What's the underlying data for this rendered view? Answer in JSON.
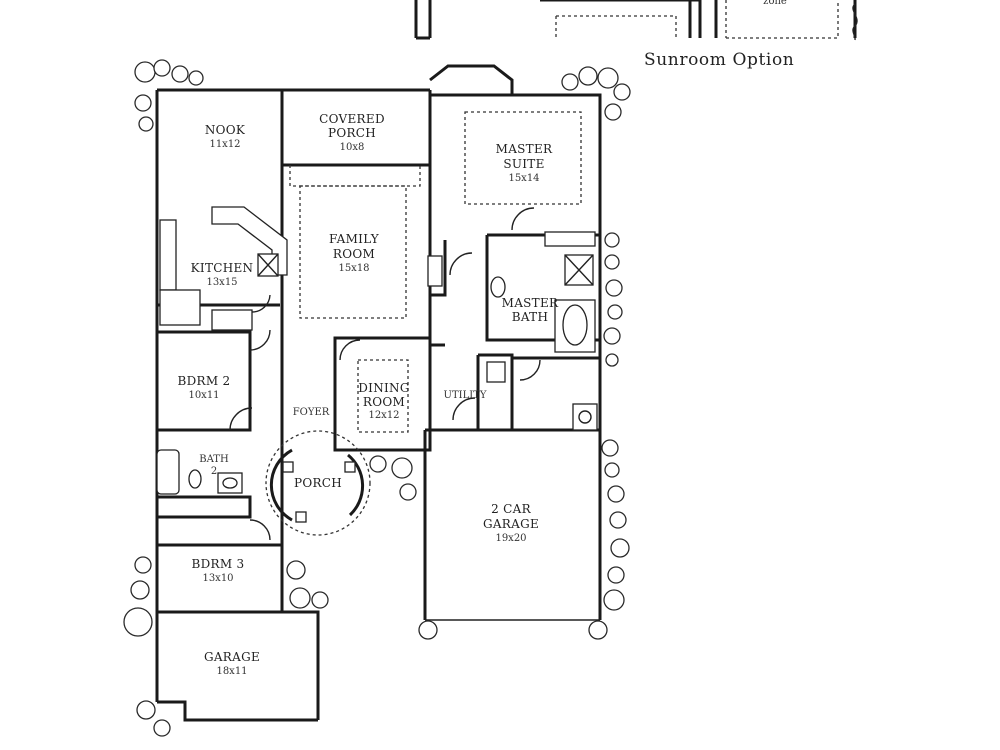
{
  "option_label": "Sunroom Option",
  "option_partial_text": "zone",
  "rooms": {
    "nook": {
      "name": "NOOK",
      "dims": "11x12"
    },
    "covered_porch": {
      "name_line1": "COVERED",
      "name_line2": "PORCH",
      "dims": "10x8"
    },
    "master_suite": {
      "name_line1": "MASTER",
      "name_line2": "SUITE",
      "dims": "15x14"
    },
    "family_room": {
      "name_line1": "FAMILY",
      "name_line2": "ROOM",
      "dims": "15x18"
    },
    "kitchen": {
      "name": "KITCHEN",
      "dims": "13x15"
    },
    "master_bath": {
      "name_line1": "MASTER",
      "name_line2": "BATH"
    },
    "bedroom2": {
      "name": "BDRM 2",
      "dims": "10x11"
    },
    "dining_room": {
      "name_line1": "DINING",
      "name_line2": "ROOM",
      "dims": "12x12"
    },
    "foyer": {
      "name": "FOYER"
    },
    "utility": {
      "name": "UTILITY"
    },
    "bath2": {
      "name": "BATH",
      "number": "2"
    },
    "porch": {
      "name": "PORCH"
    },
    "two_car_garage": {
      "name_line1": "2 CAR",
      "name_line2": "GARAGE",
      "dims": "19x20"
    },
    "bedroom3": {
      "name": "BDRM 3",
      "dims": "13x10"
    },
    "garage": {
      "name": "GARAGE",
      "dims": "18x11"
    }
  }
}
